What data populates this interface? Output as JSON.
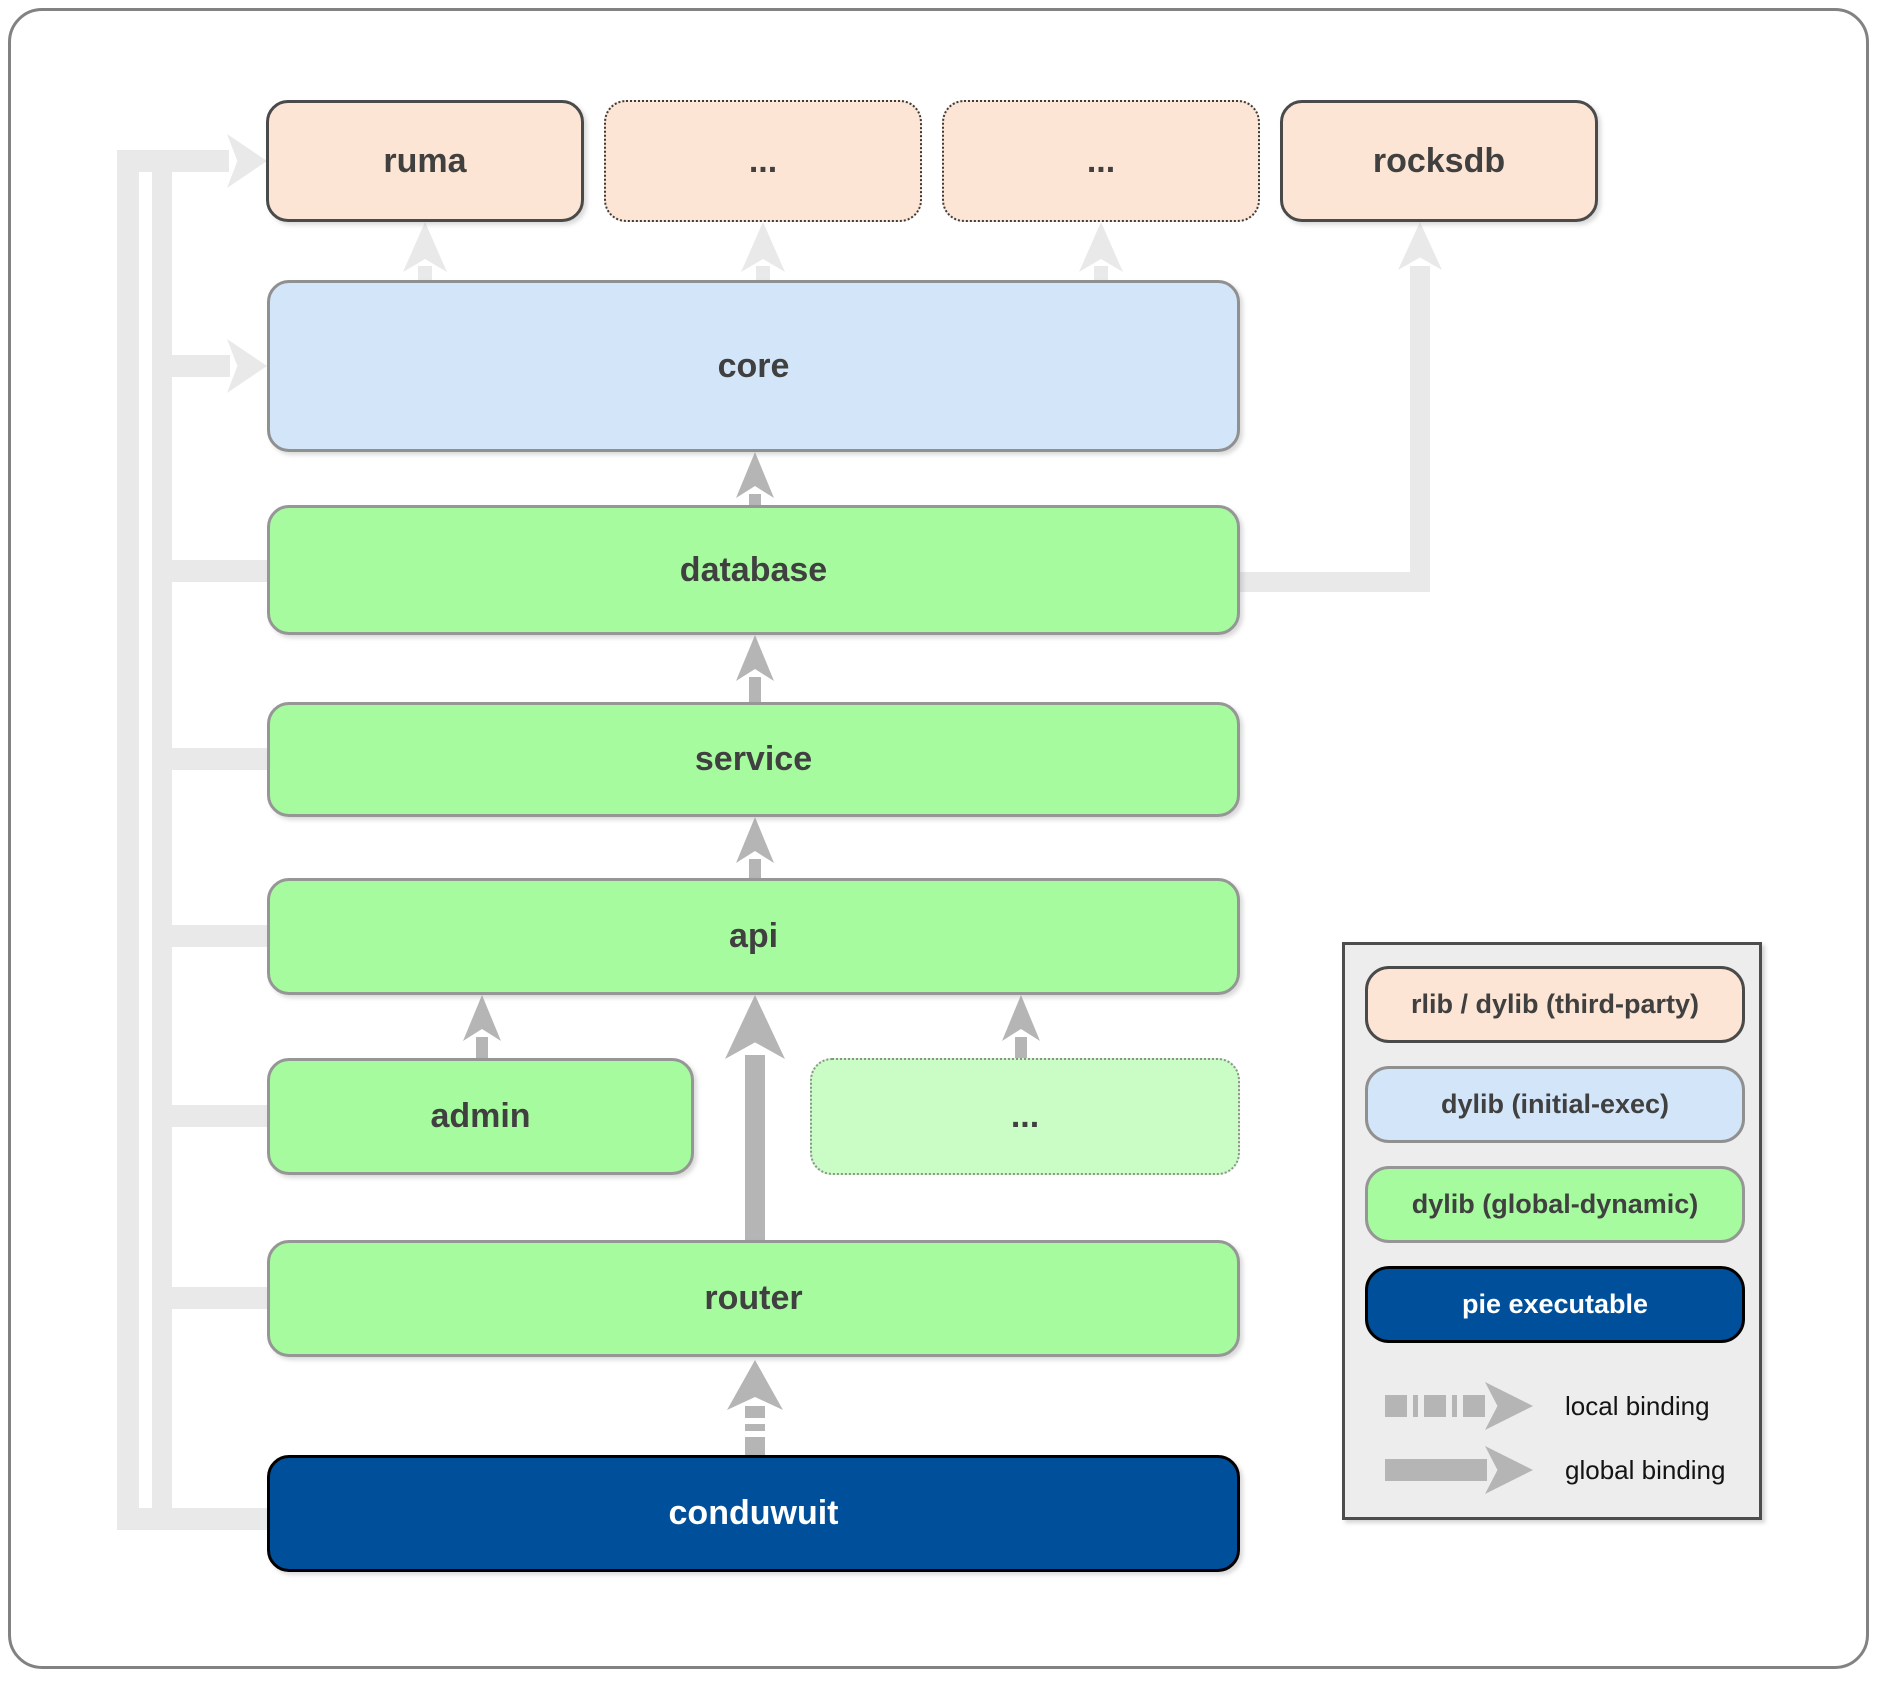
{
  "nodes": {
    "ruma": "ruma",
    "ellipsis_top_1": "...",
    "ellipsis_top_2": "...",
    "rocksdb": "rocksdb",
    "core": "core",
    "database": "database",
    "service": "service",
    "api": "api",
    "admin": "admin",
    "ellipsis_mid": "...",
    "router": "router",
    "conduwuit": "conduwuit"
  },
  "legend": {
    "items": [
      {
        "id": "rlib-dylib-third-party",
        "label": "rlib / dylib (third-party)",
        "fill": "#fce5d4"
      },
      {
        "id": "dylib-initial-exec",
        "label": "dylib (initial-exec)",
        "fill": "#d3e5f8"
      },
      {
        "id": "dylib-global-dynamic",
        "label": "dylib (global-dynamic)",
        "fill": "#a6fb9f"
      },
      {
        "id": "pie-executable",
        "label": "pie executable",
        "fill": "#004f9a"
      }
    ],
    "bindings": [
      {
        "id": "local-binding",
        "label": "local binding",
        "arrow_style": "dashed"
      },
      {
        "id": "global-binding",
        "label": "global binding",
        "arrow_style": "solid"
      }
    ]
  },
  "colors": {
    "third_party_fill": "#fce5d4",
    "initial_exec_fill": "#d3e5f8",
    "global_dynamic_fill": "#a6fb9f",
    "global_dynamic_light_fill": "#c9fdc5",
    "pie_executable_fill": "#004f9a",
    "arrow_strong": "#b5b5b5",
    "arrow_faint": "#e9e9e9",
    "legend_bg": "#ededed",
    "text": "#404040"
  }
}
